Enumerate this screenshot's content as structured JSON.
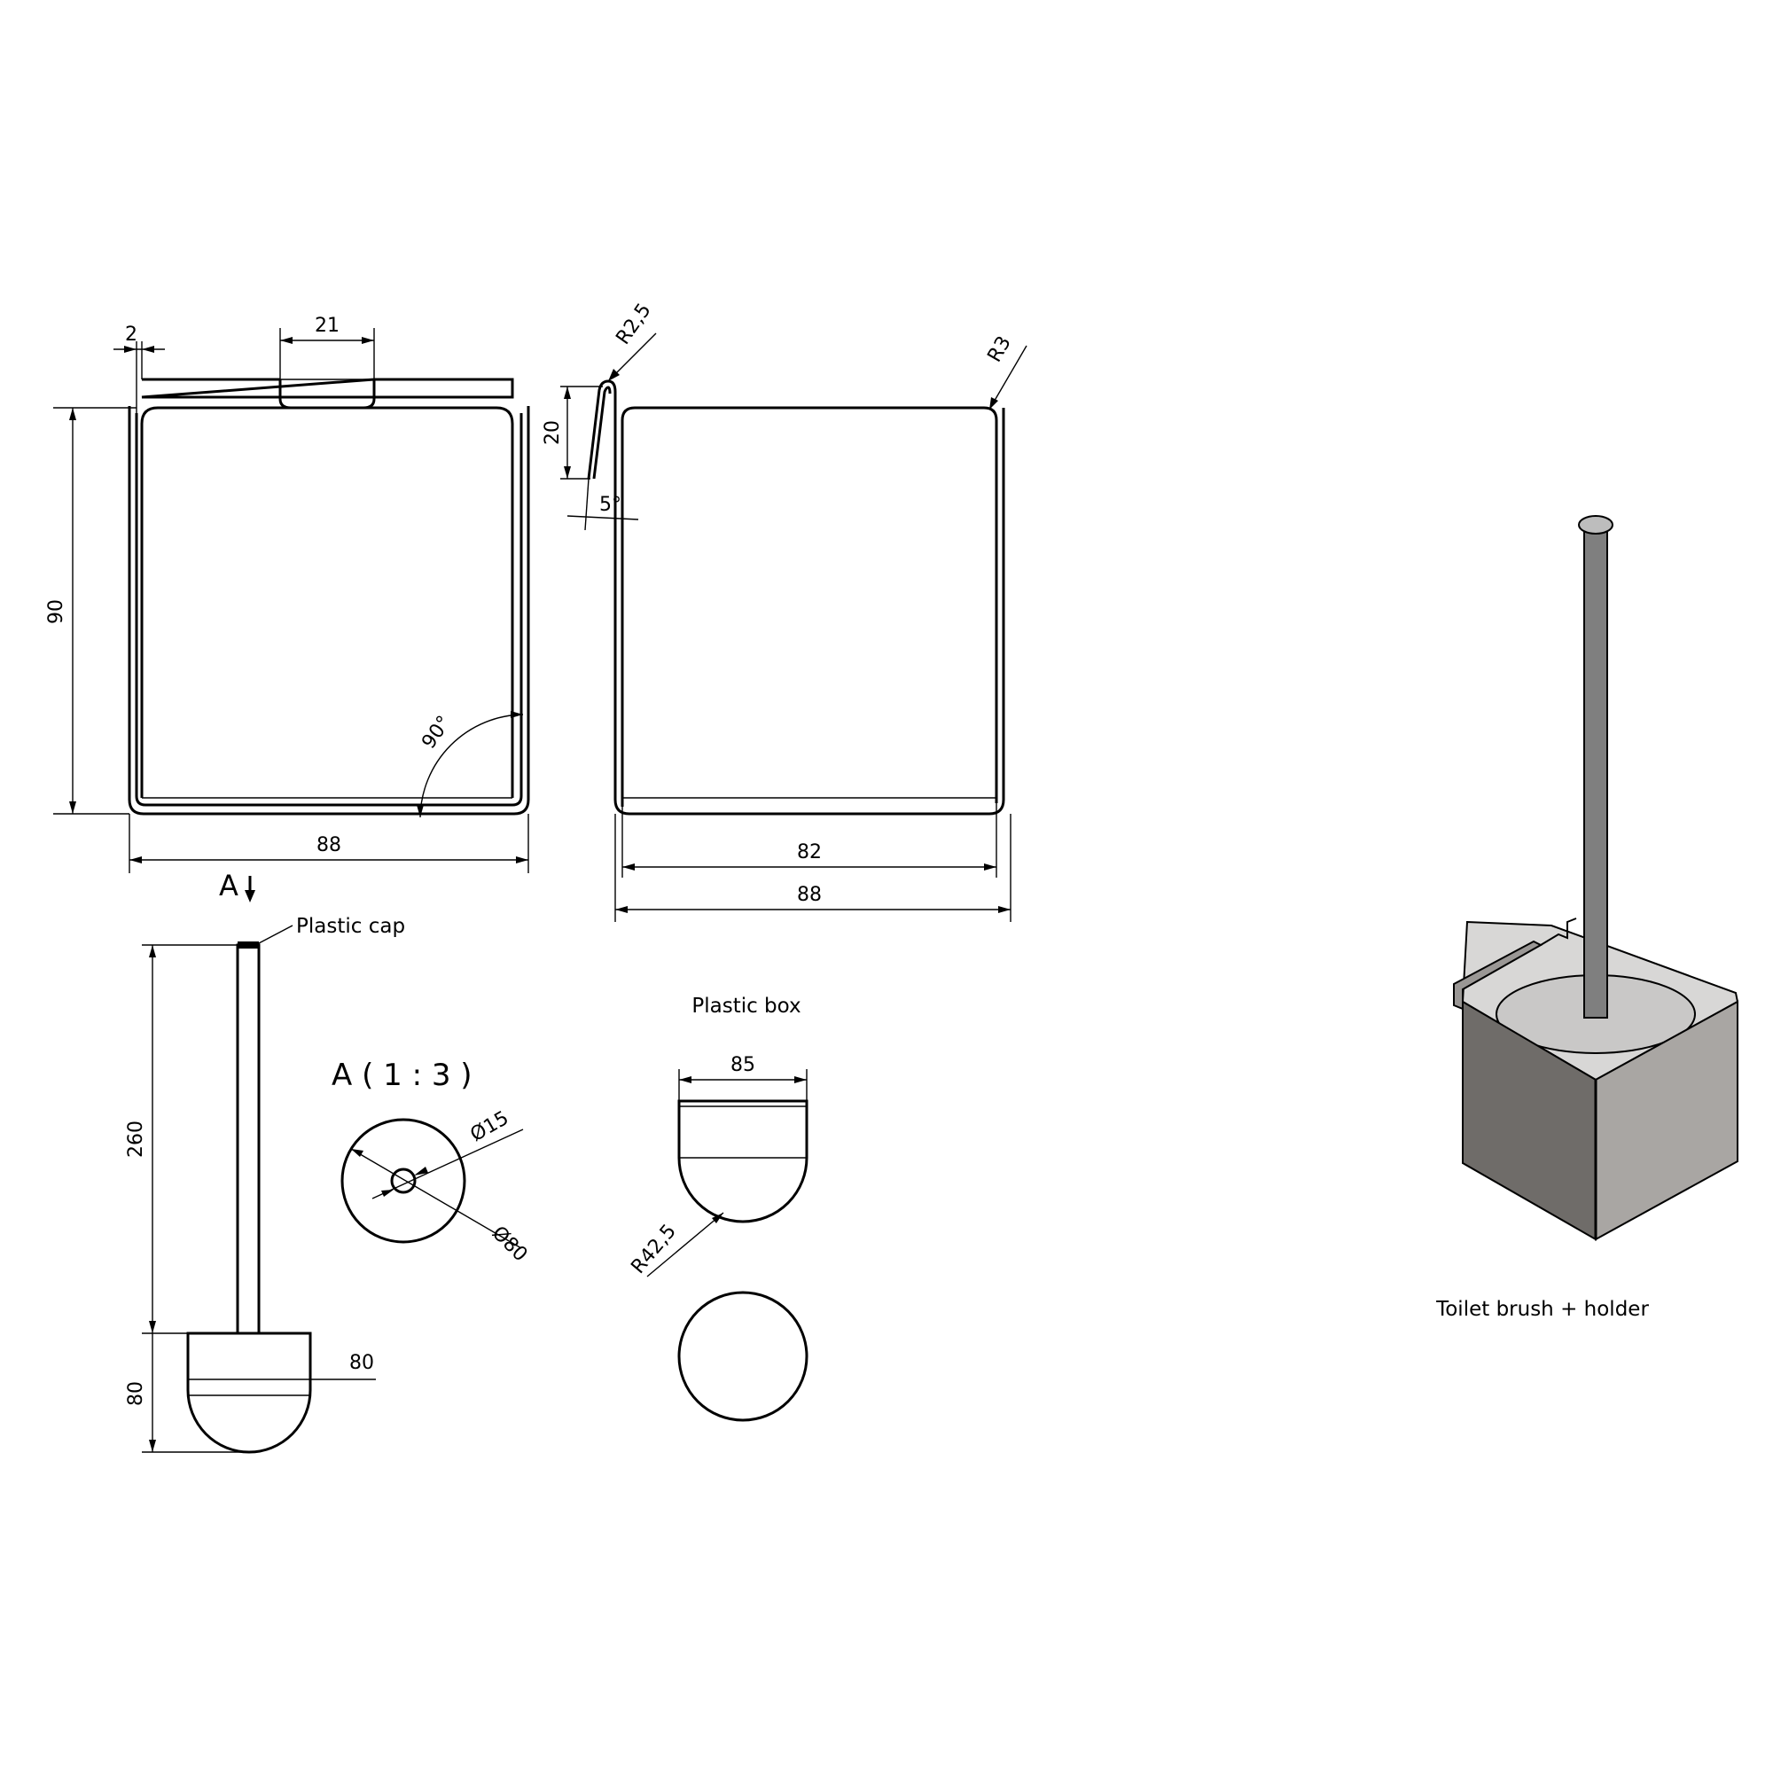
{
  "front_view": {
    "dim_sheet_thickness": "2",
    "dim_tab_width": "21",
    "dim_height": "90",
    "dim_width": "88",
    "dim_angle": "90°",
    "section_marker": "A"
  },
  "side_view": {
    "dim_bend_radius": "R2,5",
    "dim_hook_length": "20",
    "dim_hook_angle": "5°",
    "dim_corner_radius": "R3",
    "dim_inner_width": "82",
    "dim_outer_width": "88"
  },
  "brush_view": {
    "cap_label": "Plastic cap",
    "dim_handle_length": "260",
    "dim_head_height": "80",
    "dim_head_width": "80"
  },
  "detail_a": {
    "title": "A ( 1 : 3 )",
    "dim_hole_diameter": "Ø15",
    "dim_head_diameter": "Ø80"
  },
  "plastic_box": {
    "title": "Plastic box",
    "dim_width": "85",
    "dim_radius": "R42,5"
  },
  "iso_view": {
    "caption": "Toilet brush + holder"
  },
  "colors": {
    "steel_dark": "#6f6c69",
    "steel_mid": "#8a8784",
    "steel_light": "#a9a6a3",
    "insert": "#c9c8c7",
    "rod": "#7f7f7f",
    "line": "#000000"
  }
}
